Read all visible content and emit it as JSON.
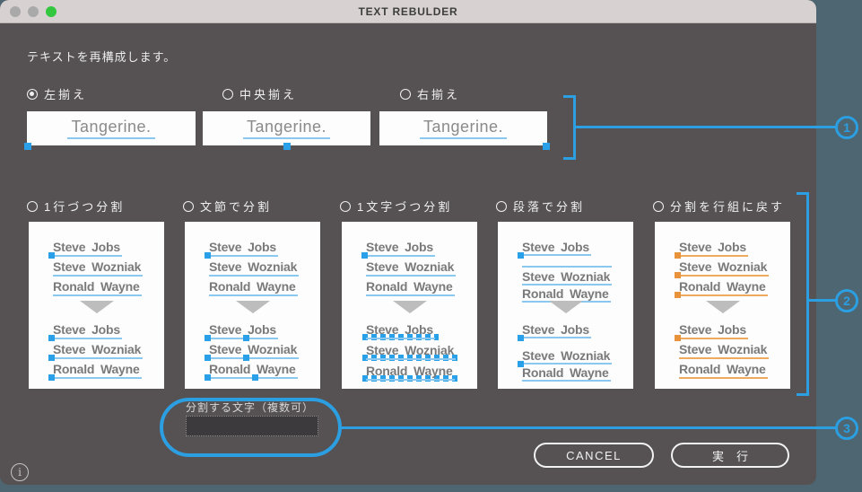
{
  "window": {
    "title": "TEXT REBULDER"
  },
  "intro_text": "テキストを再構成します。",
  "align_section": {
    "options": [
      {
        "label": "左揃え",
        "selected": true
      },
      {
        "label": "中央揃え",
        "selected": false
      },
      {
        "label": "右揃え",
        "selected": false
      }
    ],
    "sample_text": "Tangerine."
  },
  "split_section": {
    "panels": [
      {
        "label": "1行づつ分割",
        "accent": "blue",
        "top": [
          {
            "t": "Steve Jobs",
            "m": [
              0
            ]
          },
          {
            "t": "Steve Wozniak",
            "m": []
          },
          {
            "t": "Ronald Wayne",
            "m": []
          }
        ],
        "bottom": [
          {
            "t": "Steve Jobs",
            "m": [
              0
            ]
          },
          {
            "t": "Steve Wozniak",
            "m": [
              0
            ]
          },
          {
            "t": "Ronald Wayne",
            "m": [
              0
            ]
          }
        ]
      },
      {
        "label": "文節で分割",
        "accent": "blue",
        "top": [
          {
            "t": "Steve Jobs",
            "m": [
              0
            ]
          },
          {
            "t": "Steve Wozniak",
            "m": []
          },
          {
            "t": "Ronald Wayne",
            "m": []
          }
        ],
        "bottom": [
          {
            "t": "Steve Jobs",
            "m": [
              0,
              1
            ]
          },
          {
            "t": "Steve Wozniak",
            "m": [
              0,
              1
            ]
          },
          {
            "t": "Ronald Wayne",
            "m": [
              0,
              1
            ]
          }
        ]
      },
      {
        "label": "1文字づつ分割",
        "accent": "blue",
        "top": [
          {
            "t": "Steve Jobs",
            "m": [
              0
            ]
          },
          {
            "t": "Steve Wozniak",
            "m": []
          },
          {
            "t": "Ronald Wayne",
            "m": []
          }
        ],
        "bottom": [
          {
            "t": "Steve Jobs",
            "chars": true
          },
          {
            "t": "Steve Wozniak",
            "chars": true
          },
          {
            "t": "Ronald Wayne",
            "chars": true
          }
        ]
      },
      {
        "label": "段落で分割",
        "accent": "blue",
        "compact": true,
        "top": [
          {
            "t": "Steve Jobs",
            "m": [
              0
            ]
          },
          {
            "blank": true
          },
          {
            "t": "Steve Wozniak",
            "m": []
          },
          {
            "t": "Ronald Wayne",
            "m": []
          }
        ],
        "bottom": [
          {
            "t": "Steve Jobs",
            "m": [
              0
            ]
          },
          {
            "gap": true
          },
          {
            "t": "Steve Wozniak",
            "m": [
              0
            ]
          },
          {
            "t": "Ronald Wayne",
            "m": []
          }
        ]
      },
      {
        "label": "分割を行組に戻す",
        "accent": "orange",
        "top": [
          {
            "t": "Steve Jobs",
            "m": [
              0
            ]
          },
          {
            "t": "Steve Wozniak",
            "m": [
              0
            ]
          },
          {
            "t": "Ronald Wayne",
            "m": [
              0
            ]
          }
        ],
        "bottom": [
          {
            "t": "Steve Jobs",
            "m": [
              0
            ]
          },
          {
            "t": "Steve Wozniak",
            "m": []
          },
          {
            "t": "Ronald Wayne",
            "m": []
          }
        ]
      }
    ]
  },
  "input_section": {
    "label": "分割する文字（複数可）",
    "value": ""
  },
  "actions": {
    "cancel_label": "CANCEL",
    "run_label": "実行"
  },
  "info_icon": "i",
  "annotations": {
    "labels": [
      "1",
      "2",
      "3"
    ]
  },
  "colors": {
    "accent_blue": "#2b9fe2",
    "accent_orange": "#e8923c",
    "underline_blue": "#8ac8ef",
    "underline_orange": "#f0aa5e",
    "window_bg": "#565254",
    "desktop_bg": "#4d6671",
    "titlebar_bg": "#d8d1d1"
  }
}
